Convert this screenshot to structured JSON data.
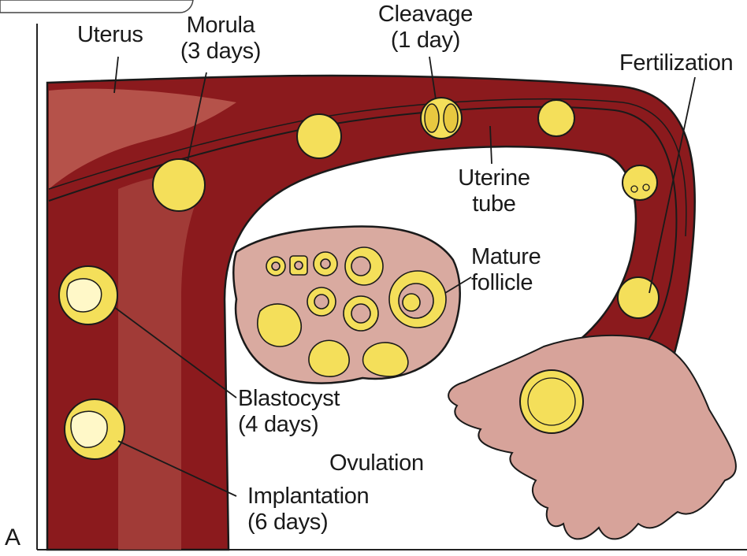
{
  "panel_letter": "A",
  "labels": {
    "uterus": "Uterus",
    "morula_1": "Morula",
    "morula_2": "(3 days)",
    "cleavage_1": "Cleavage",
    "cleavage_2": "(1 day)",
    "fertilization": "Fertilization",
    "uterine_tube_1": "Uterine",
    "uterine_tube_2": "tube",
    "mature_follicle_1": "Mature",
    "mature_follicle_2": "follicle",
    "blastocyst_1": "Blastocyst",
    "blastocyst_2": "(4 days)",
    "ovulation": "Ovulation",
    "implantation_1": "Implantation",
    "implantation_2": "(6 days)"
  },
  "colors": {
    "uterine_wall": "#8b1a1d",
    "endometrium": "#b5524a",
    "tube_lumen": "#9c2527",
    "ovary": "#d9aaa0",
    "fimbriae": "#d7a39a",
    "embryo_fill": "#f4df5a",
    "outline": "#1a1a1a"
  }
}
